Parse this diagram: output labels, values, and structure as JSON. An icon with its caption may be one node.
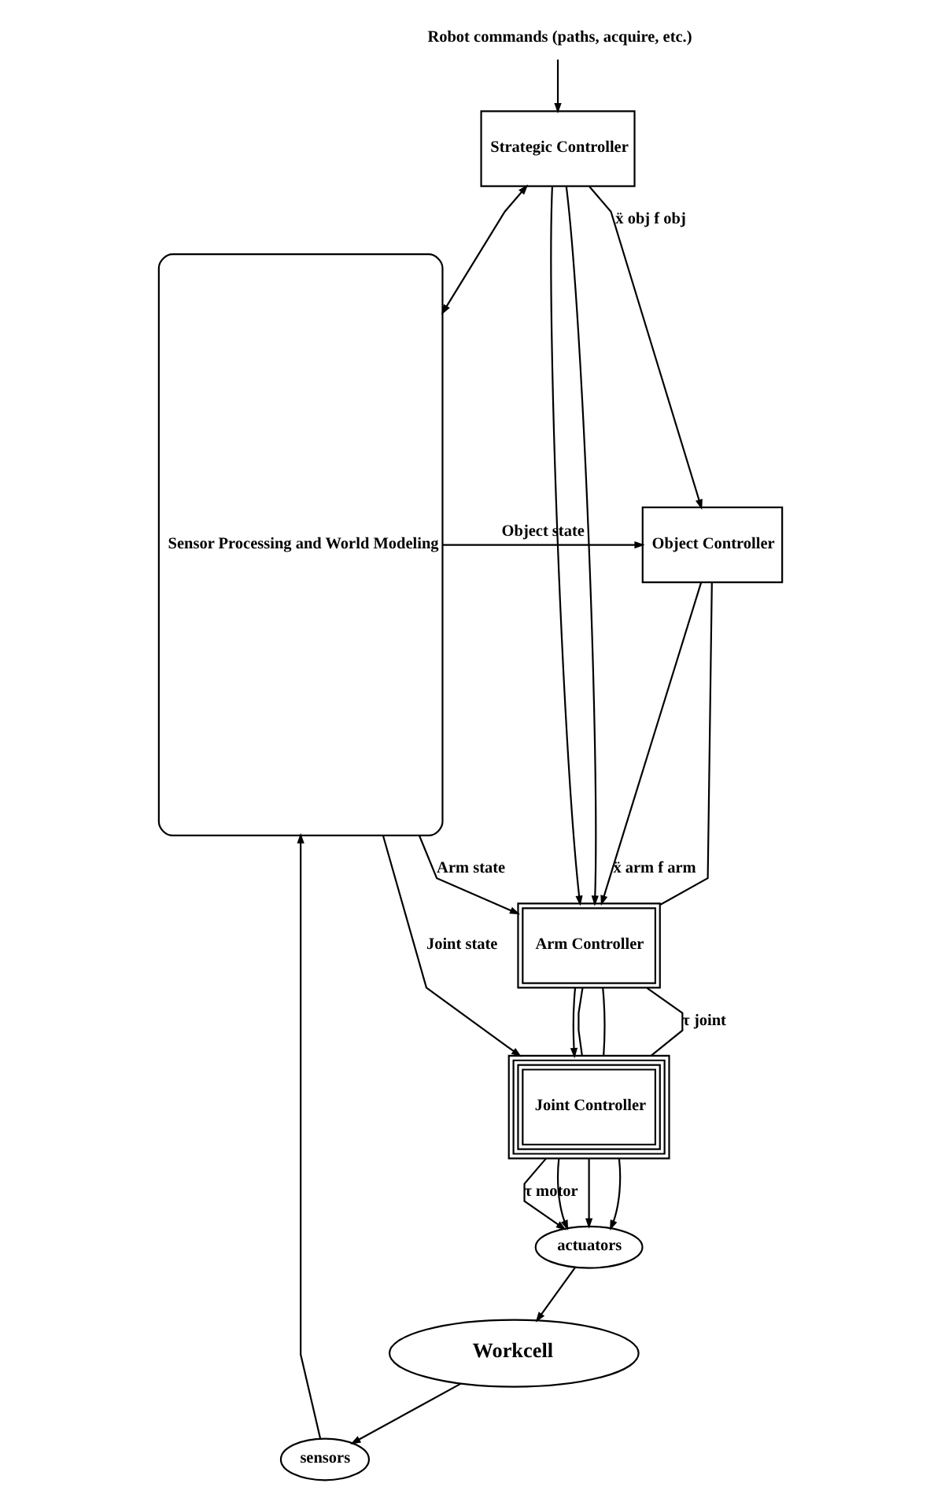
{
  "diagram": {
    "nodes": [
      {
        "text": [
          "Robot commands (paths, acquire, etc.)"
        ]
      },
      {
        "text": [
          "Sensor Processing and World Modeling"
        ]
      },
      {
        "text": [
          "Strategic Controller"
        ]
      },
      {
        "text": [
          "Object Controller"
        ]
      },
      {
        "text": [
          "Arm Controller"
        ]
      },
      {
        "text": [
          "Joint Controller"
        ]
      },
      {
        "text": [
          "sensors"
        ]
      },
      {
        "text": [
          "actuators"
        ]
      },
      {
        "text": [
          "Workcell"
        ]
      }
    ],
    "edges": [
      {
        "from": 0,
        "to": 2,
        "arrow": "to"
      },
      {
        "from": 1,
        "to": 2,
        "arrow": "both"
      },
      {
        "from": 2,
        "to": 3,
        "arrow": "to",
        "label": "ẍ obj f obj"
      },
      {
        "from": 1,
        "to": 3,
        "arrow": "to",
        "label": "Object state"
      },
      {
        "from": 2,
        "to": 4,
        "arrow": "to"
      },
      {
        "from": 2,
        "to": 4,
        "arrow": "to"
      },
      {
        "from": 3,
        "to": 4,
        "arrow": "to",
        "label": "ẍ arm f arm"
      },
      {
        "from": 3,
        "to": 4,
        "arrow": "none"
      },
      {
        "from": 1,
        "to": 4,
        "arrow": "to",
        "label": "Arm state"
      },
      {
        "from": 4,
        "to": 5,
        "arrow": "to"
      },
      {
        "from": 4,
        "to": 5,
        "arrow": "none"
      },
      {
        "from": 4,
        "to": 5,
        "arrow": "none",
        "label": "τ joint"
      },
      {
        "from": 4,
        "to": 5,
        "arrow": "none"
      },
      {
        "from": 1,
        "to": 5,
        "arrow": "to",
        "label": "Joint state"
      },
      {
        "from": 5,
        "to": 7,
        "arrow": "to"
      },
      {
        "from": 5,
        "to": 7,
        "arrow": "to"
      },
      {
        "from": 5,
        "to": 7,
        "arrow": "to"
      },
      {
        "from": 5,
        "to": 7,
        "arrow": "to",
        "label": "τ motor"
      },
      {
        "from": 6,
        "to": 1,
        "arrow": "to"
      },
      {
        "from": 8,
        "to": 6,
        "arrow": "to"
      },
      {
        "from": 7,
        "to": 8,
        "arrow": "to"
      }
    ]
  }
}
